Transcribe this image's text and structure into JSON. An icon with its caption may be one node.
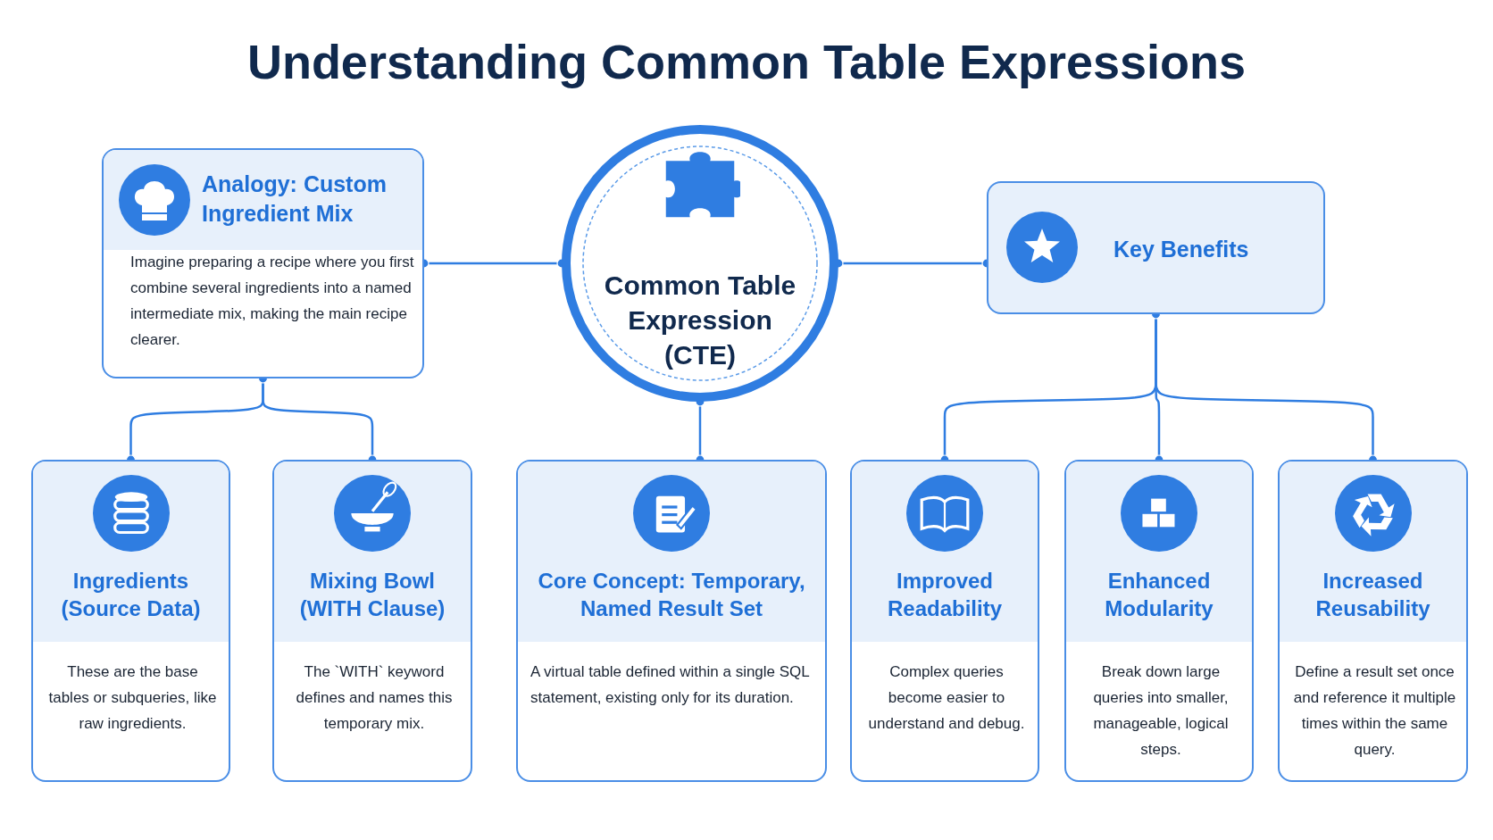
{
  "diagram": {
    "title": "Understanding Common Table Expressions",
    "nodes": [
      {
        "text": [
          "Analogy: Custom Ingredient Mix",
          "Imagine preparing a recipe where you first combine several ingredients into a named intermediate mix, making the main recipe clearer."
        ]
      },
      {
        "text": [
          "Common Table Expression (CTE)"
        ]
      },
      {
        "text": [
          "Key Benefits"
        ]
      },
      {
        "text": [
          "Ingredients (Source Data)",
          "These are the base tables or subqueries, like raw ingredients."
        ]
      },
      {
        "text": [
          "Mixing Bowl (WITH Clause)",
          "The `WITH` keyword defines and names this temporary mix."
        ]
      },
      {
        "text": [
          "Core Concept: Temporary, Named Result Set",
          "A virtual table defined within a single SQL statement, existing only for its duration."
        ]
      },
      {
        "text": [
          "Improved Readability",
          "Complex queries become easier to understand and debug."
        ]
      },
      {
        "text": [
          "Enhanced Modularity",
          "Break down large queries into smaller, manageable, logical steps."
        ]
      },
      {
        "text": [
          "Increased Reusability",
          "Define a result set once and reference it multiple times within the same query."
        ]
      }
    ],
    "edges": [
      {
        "from": 0,
        "to": 1,
        "arrow": "other"
      },
      {
        "from": 1,
        "to": 2,
        "arrow": "other"
      },
      {
        "from": 0,
        "to": 3,
        "arrow": "other"
      },
      {
        "from": 0,
        "to": 4,
        "arrow": "other"
      },
      {
        "from": 1,
        "to": 5,
        "arrow": "other"
      },
      {
        "from": 2,
        "to": 6,
        "arrow": "other"
      },
      {
        "from": 2,
        "to": 7,
        "arrow": "other"
      },
      {
        "from": 2,
        "to": 8,
        "arrow": "other"
      }
    ]
  }
}
